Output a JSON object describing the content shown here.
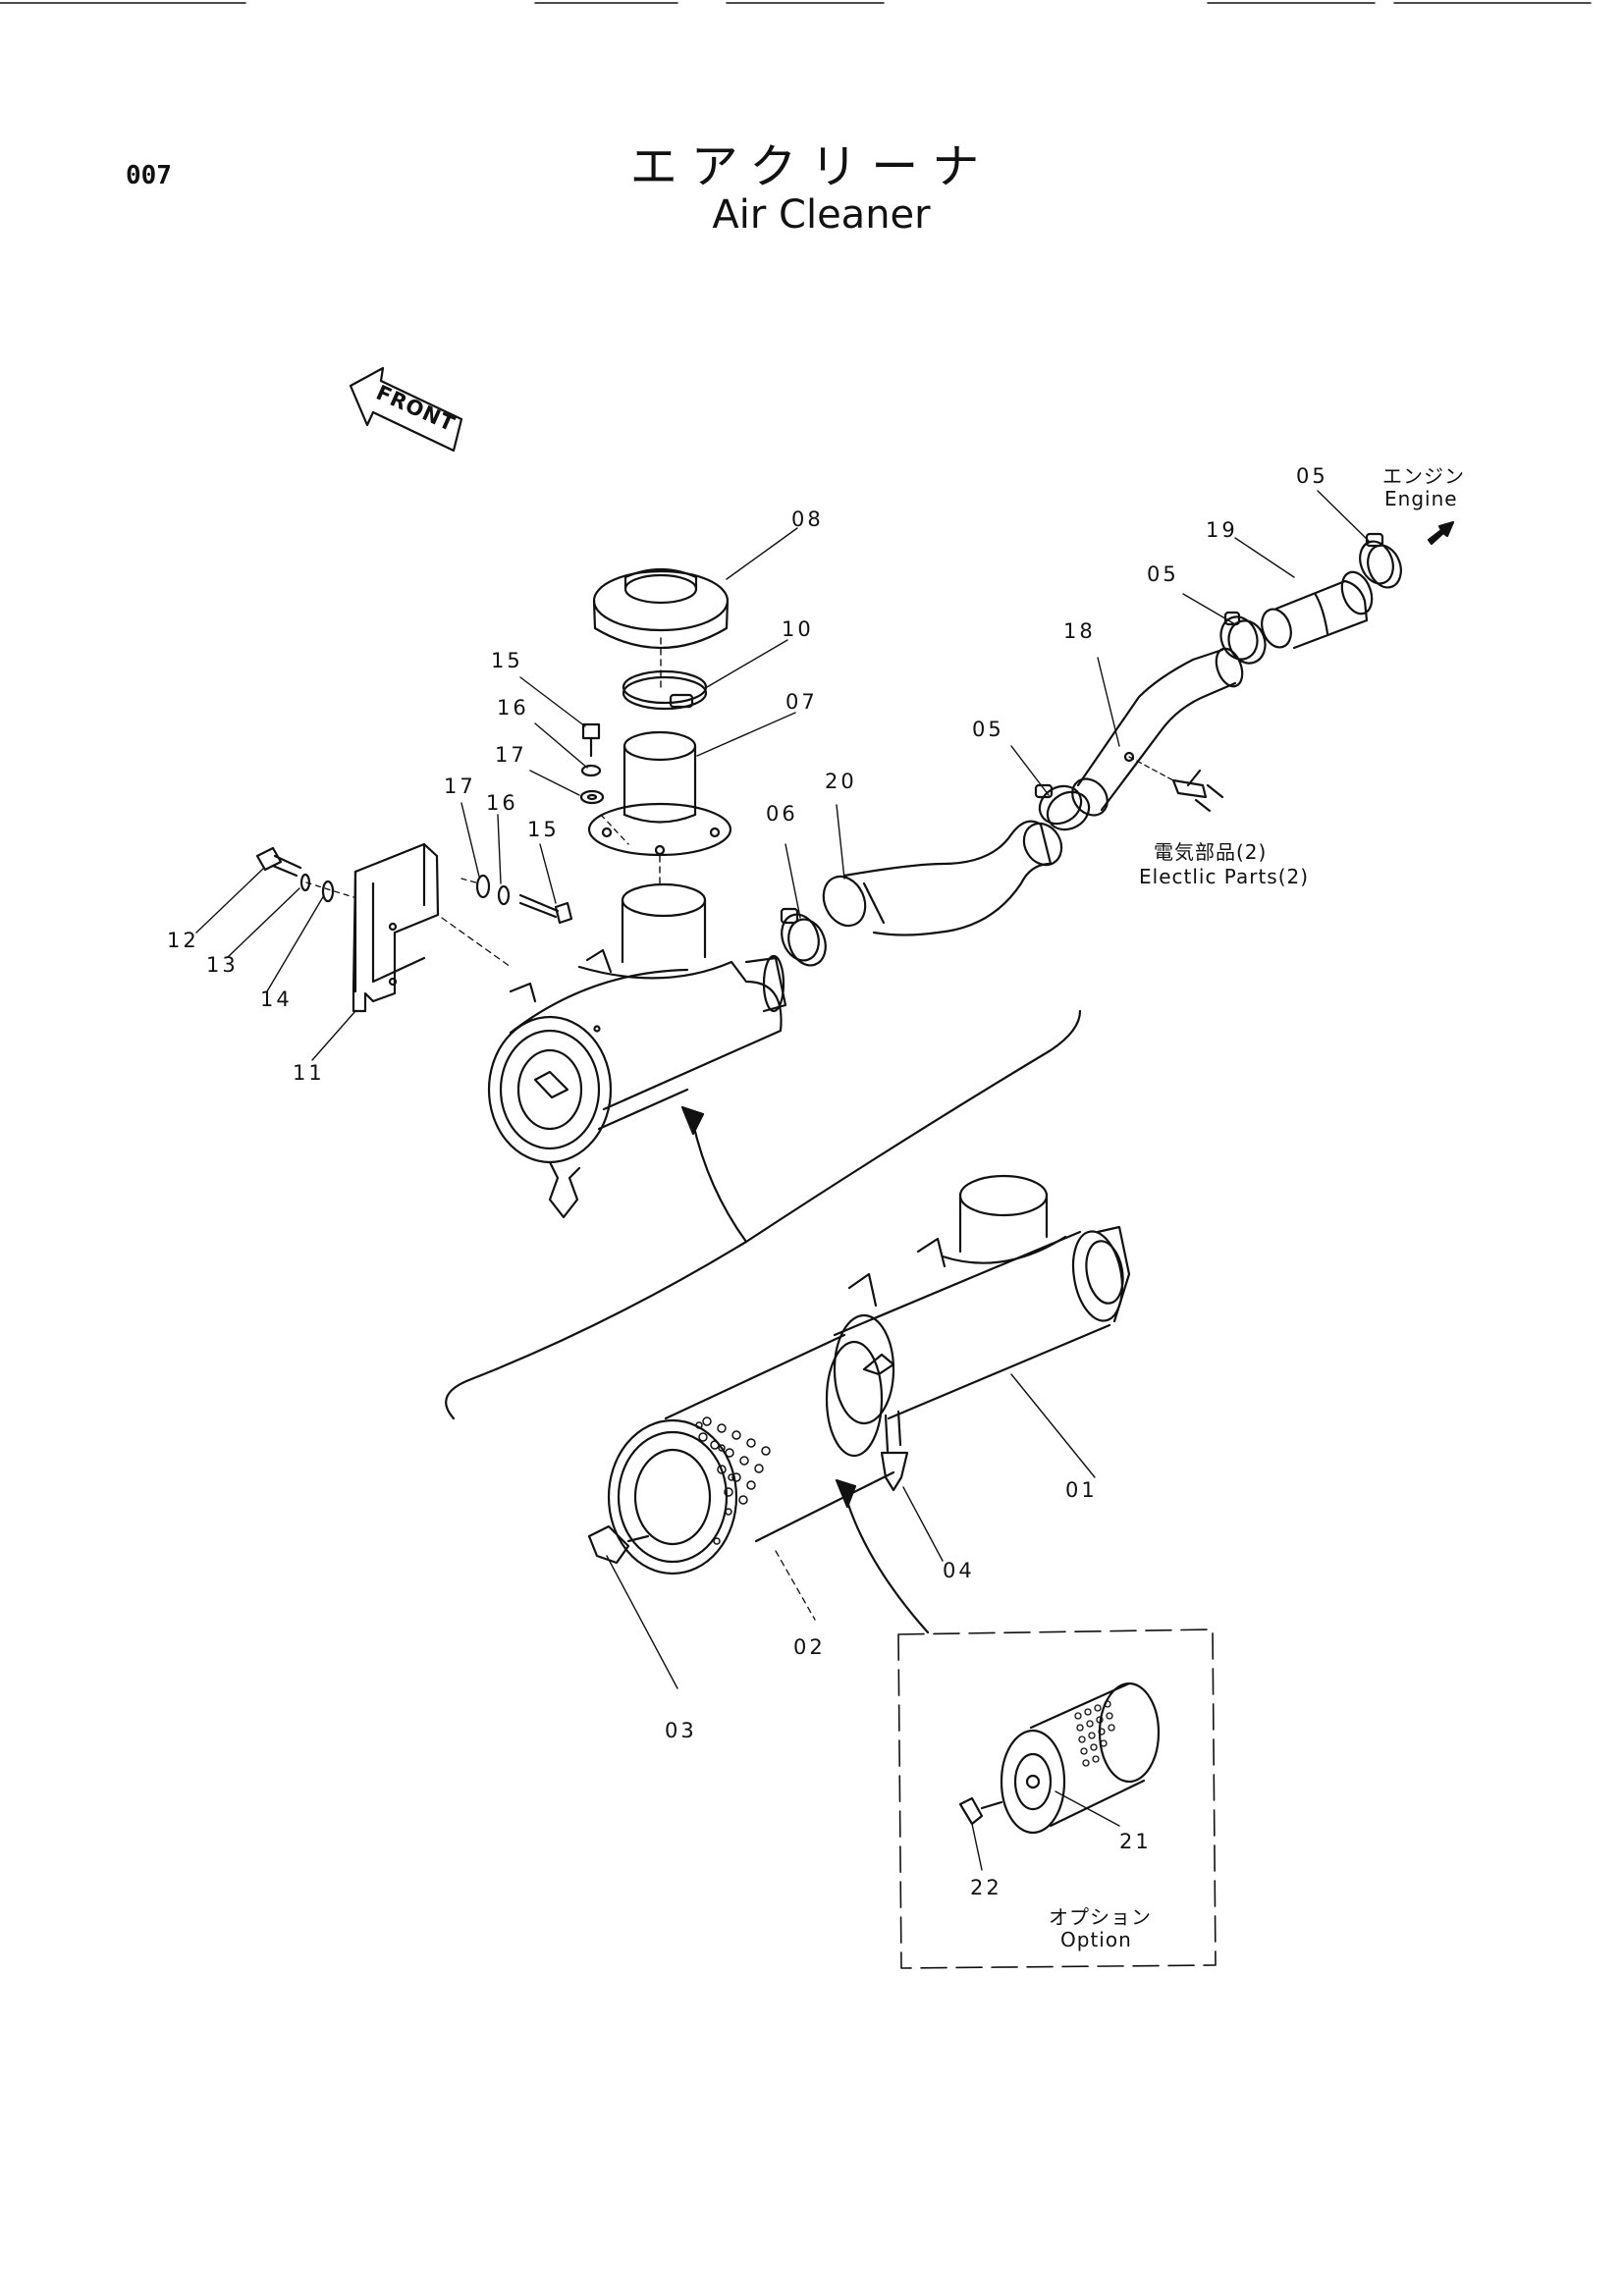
{
  "page_number": "007",
  "title_jp": "エアクリーナ",
  "title_en": "Air Cleaner",
  "front_label": "FRONT",
  "engine_label_jp": "エンジン",
  "engine_label_en": "Engine",
  "electric_label_jp": "電気部品(2)",
  "electric_label_en": "Electlic Parts(2)",
  "option_label_jp": "オプション",
  "option_label_en": "Option",
  "callouts": {
    "p01": "01",
    "p02": "02",
    "p03": "03",
    "p04": "04",
    "p05a": "05",
    "p05b": "05",
    "p05c": "05",
    "p06": "06",
    "p07": "07",
    "p08": "08",
    "p10": "10",
    "p11": "11",
    "p12": "12",
    "p13": "13",
    "p14": "14",
    "p15a": "15",
    "p15b": "15",
    "p16a": "16",
    "p16b": "16",
    "p17a": "17",
    "p17b": "17",
    "p18": "18",
    "p19": "19",
    "p20": "20",
    "p21": "21",
    "p22": "22"
  }
}
